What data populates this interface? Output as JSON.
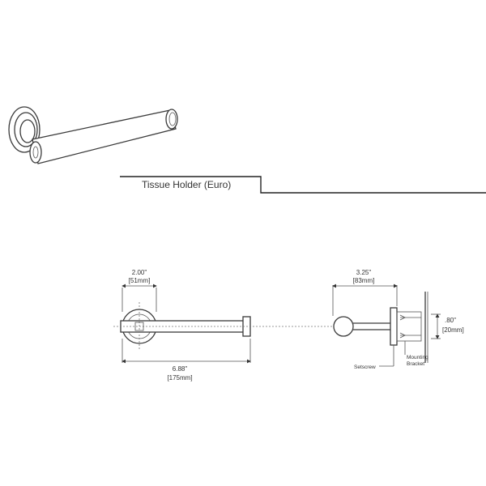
{
  "product_title": "Tissue Holder (Euro)",
  "dimensions": {
    "rosette_diameter": {
      "inches": "2.00\"",
      "mm": "[51mm]"
    },
    "overall_length": {
      "inches": "6.88\"",
      "mm": "[175mm]"
    },
    "projection": {
      "inches": "3.25\"",
      "mm": "[83mm]"
    },
    "bracket_depth": {
      "inches": ".80\"",
      "mm": "[20mm]"
    }
  },
  "callouts": {
    "setscrew": "Setscrew",
    "mounting_bracket_line1": "Mounting",
    "mounting_bracket_line2": "Bracket"
  }
}
